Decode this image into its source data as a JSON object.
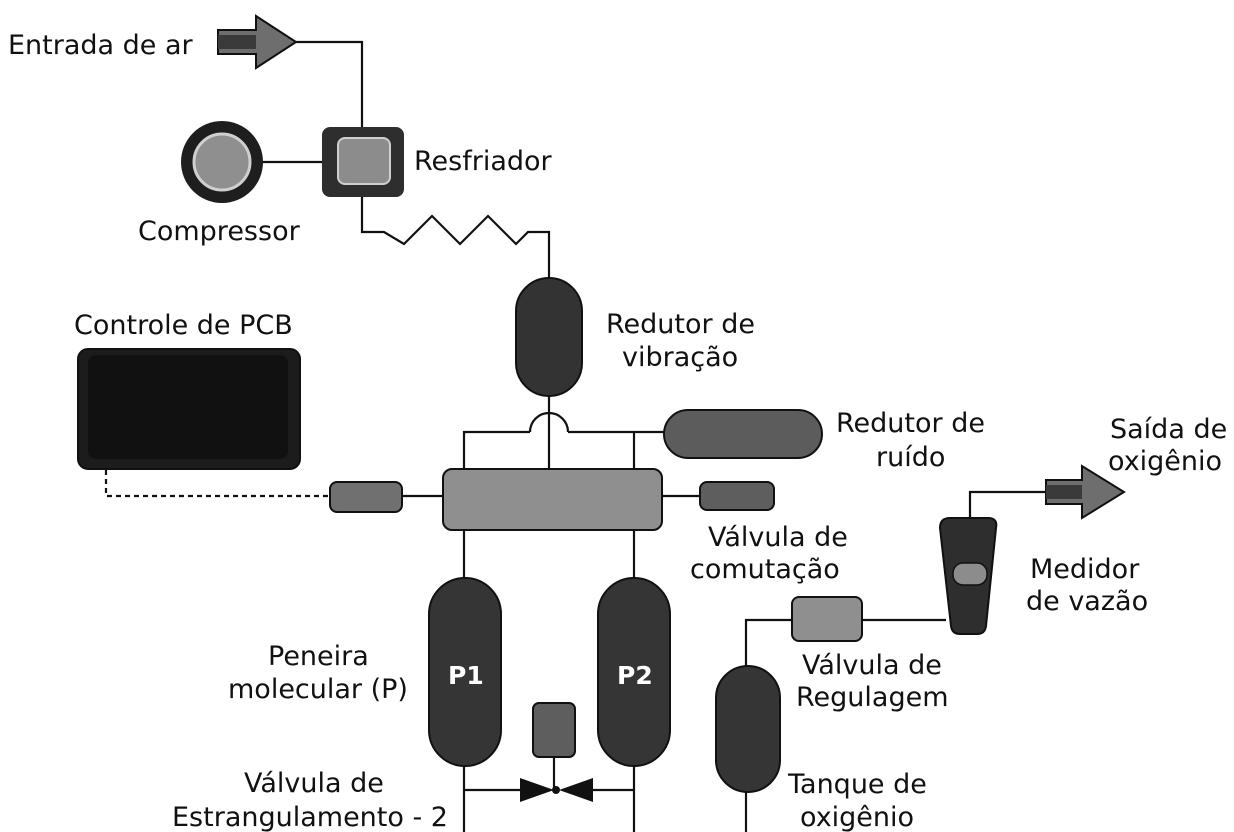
{
  "labels": {
    "air_inlet": "Entrada de ar",
    "cooler": "Resfriador",
    "compressor": "Compressor",
    "pcb_control": "Controle de PCB",
    "vibration_reducer_1": "Redutor de",
    "vibration_reducer_2": "vibração",
    "noise_reducer_1": "Redutor de",
    "noise_reducer_2": "ruído",
    "oxygen_outlet_1": "Saída de",
    "oxygen_outlet_2": "oxigênio",
    "switching_valve_1": "Válvula de",
    "switching_valve_2": "comutação",
    "flow_meter_1": "Medidor",
    "flow_meter_2": "de vazão",
    "regulating_valve_1": "Válvula de",
    "regulating_valve_2": "Regulagem",
    "molecular_sieve_1": "Peneira",
    "molecular_sieve_2": "molecular (P)",
    "sieve_p1": "P1",
    "sieve_p2": "P2",
    "throttle_valve_1": "Válvula de",
    "throttle_valve_2": "Estrangulamento - 2",
    "oxygen_tank_1": "Tanque de",
    "oxygen_tank_2": "oxigênio"
  },
  "colors": {
    "dark": "#323232",
    "mid": "#5a5a5a",
    "light": "#8c8c8c",
    "line": "#111111"
  }
}
